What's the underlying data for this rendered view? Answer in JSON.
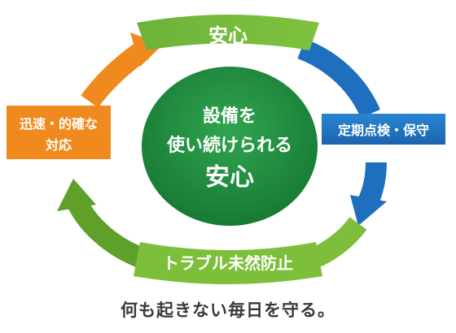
{
  "center": {
    "line1": "設備を",
    "line2": "使い続けられる",
    "line3": "安心"
  },
  "labels": {
    "top": "安心",
    "right": "定期点検・保守",
    "bottom": "トラブル未然防止",
    "left_line1": "迅速・的確な",
    "left_line2": "対応"
  },
  "caption": "何も起きない毎日を守る。",
  "colors": {
    "green_light": "#7dbf3a",
    "green_dark": "#5fa02b",
    "green_center": "#1f8a3e",
    "blue": "#1f6fbf",
    "blue_light": "#2c8fd6",
    "orange": "#f08a1e",
    "text_on_color": "#ffffff",
    "caption_text": "#3a3a3a"
  }
}
